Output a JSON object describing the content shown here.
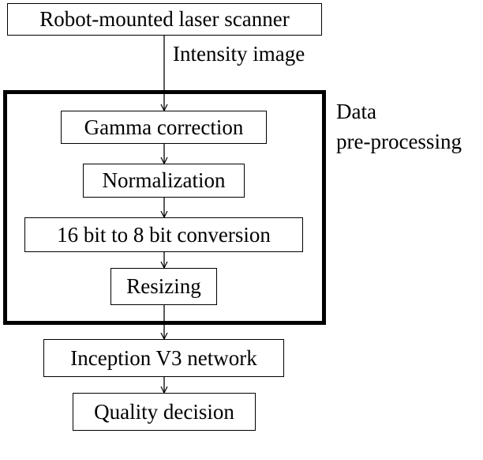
{
  "diagram": {
    "nodes": {
      "scanner": "Robot-mounted laser scanner",
      "gamma": "Gamma correction",
      "normalization": "Normalization",
      "conversion": "16 bit to 8 bit conversion",
      "resizing": "Resizing",
      "inception": "Inception V3 network",
      "decision": "Quality decision"
    },
    "edge_label": "Intensity image",
    "group_label_line1": "Data",
    "group_label_line2": "pre-processing"
  }
}
